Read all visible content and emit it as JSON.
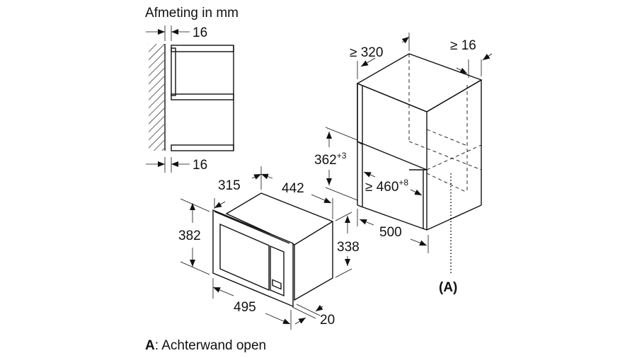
{
  "title": "Afmeting in mm",
  "side_view": {
    "top_gap": "16",
    "bottom_gap": "16"
  },
  "appliance": {
    "depth": "315",
    "width_top": "442",
    "height_front": "382",
    "height_body": "338",
    "width_front": "495",
    "frame_depth": "20"
  },
  "cabinet": {
    "depth_min": "≥ 320",
    "side_min": "≥ 16",
    "niche_height": "362",
    "niche_height_tol": "+3",
    "niche_width": "≥ 460",
    "niche_width_tol": "+8",
    "cabinet_depth": "500",
    "marker": "(A)"
  },
  "legend": {
    "key": "A",
    "text": ": Achterwand open"
  }
}
